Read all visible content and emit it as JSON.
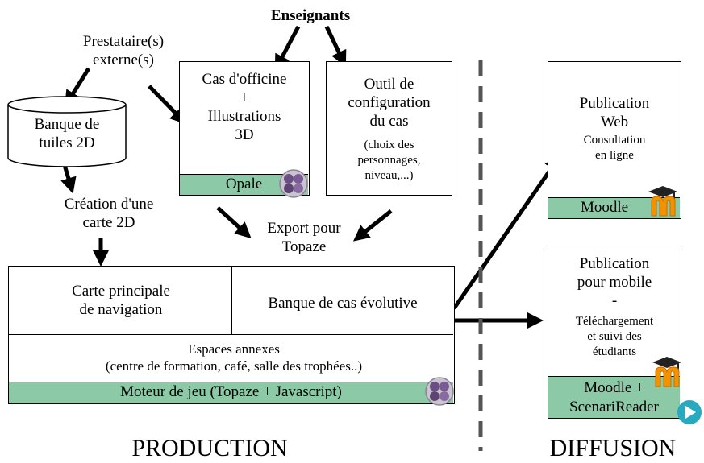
{
  "labels": {
    "enseignants": "Enseignants",
    "prestataire": [
      "Prestataire(s)",
      "externe(s)"
    ],
    "banque_tuiles": [
      "Banque de",
      "tuiles 2D"
    ],
    "creation_carte": [
      "Création d'une",
      "carte 2D"
    ],
    "export_topaze": [
      "Export pour",
      "Topaze"
    ],
    "production": "PRODUCTION",
    "diffusion": "DIFFUSION"
  },
  "boxes": {
    "cas_officine": {
      "lines": [
        "Cas d'officine",
        "+",
        "Illustrations",
        "3D"
      ],
      "band": "Opale"
    },
    "outil_config": {
      "lines": [
        "Outil de",
        "configuration",
        "du cas"
      ],
      "detail": [
        "(choix des",
        "personnages,",
        "niveau,...)"
      ]
    },
    "moteur": {
      "carte_principale": [
        "Carte principale",
        "de navigation"
      ],
      "banque_cas": "Banque de cas évolutive",
      "espaces": [
        "Espaces annexes",
        "(centre de formation, café, salle des trophées..)"
      ],
      "band": "Moteur de jeu (Topaze + Javascript)"
    },
    "pub_web": {
      "lines": [
        "Publication",
        "Web"
      ],
      "detail": [
        "Consultation",
        "en ligne"
      ],
      "band": "Moodle"
    },
    "pub_mobile": {
      "lines": [
        "Publication",
        "pour mobile",
        "-"
      ],
      "detail": [
        "Téléchargement",
        "et suivi des",
        "étudiants"
      ],
      "band": [
        "Moodle +",
        "ScenariReader"
      ]
    }
  },
  "colors": {
    "band": "#8cc9a6",
    "moodle_orange": "#f39200",
    "scenari_teal": "#26a9c1"
  },
  "icons": [
    "opale-logo-icon",
    "moodle-logo-icon",
    "scenari-reader-icon"
  ]
}
